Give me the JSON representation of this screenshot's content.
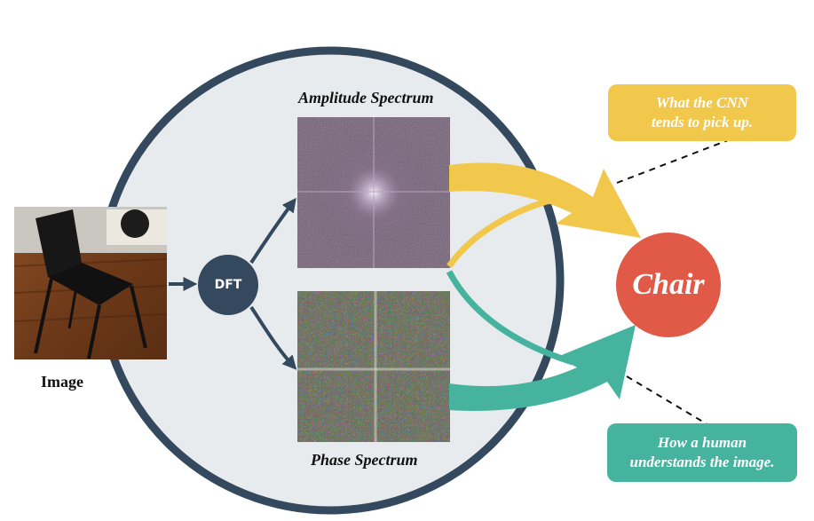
{
  "labels": {
    "image": "Image",
    "amplitude": "Amplitude Spectrum",
    "phase": "Phase Spectrum",
    "dft": "DFT",
    "result": "Chair"
  },
  "callouts": {
    "cnn": {
      "line1": "What the CNN",
      "line2": "tends to pick up."
    },
    "human": {
      "line1": "How a human",
      "line2": "understands the image."
    }
  },
  "colors": {
    "circle_stroke": "#34495e",
    "circle_fill": "#e8ebed",
    "dft_node": "#34495e",
    "result_node": "#e05a47",
    "amplitude_flow": "#f1c84b",
    "phase_flow": "#45b39d",
    "callout_cnn": "#f1c84b",
    "callout_human": "#45b39d"
  }
}
